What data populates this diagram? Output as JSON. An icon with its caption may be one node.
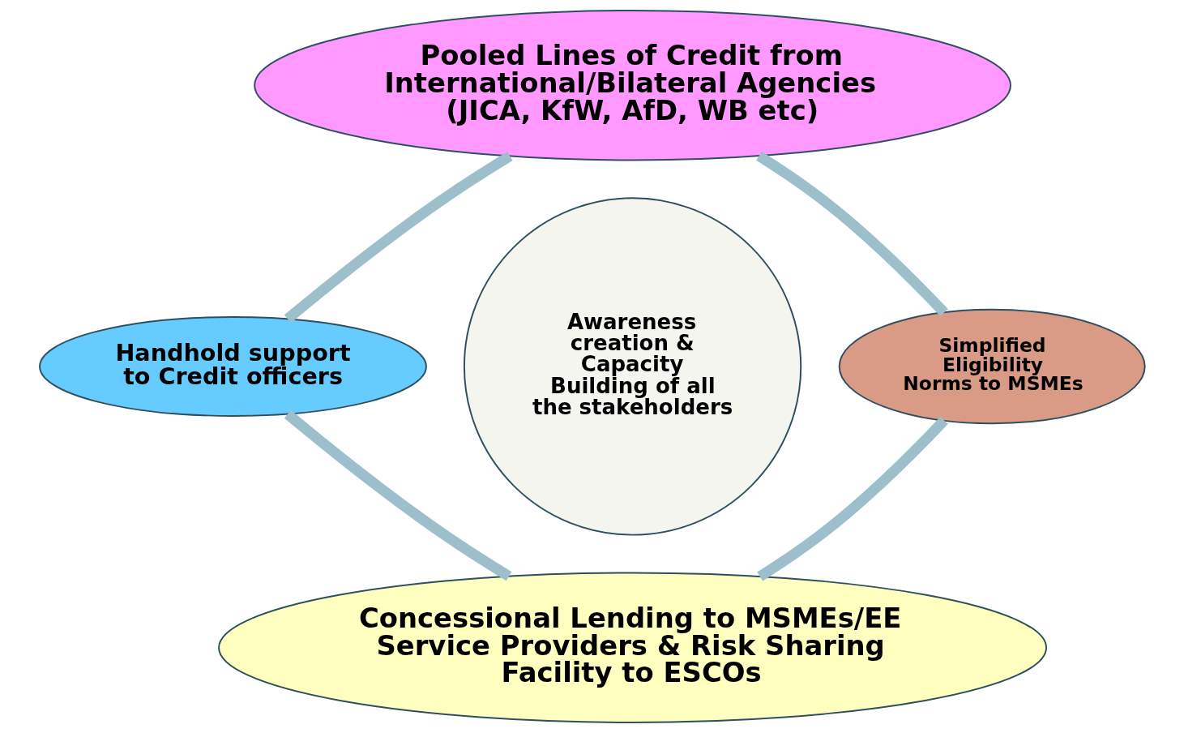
{
  "diagram": {
    "nodes": [
      {
        "text": [
          "Pooled Lines of Credit from International/Bilateral Agencies (JICA, KfW, AfD, WB etc)"
        ]
      },
      {
        "text": [
          "Handhold support to Credit officers"
        ]
      },
      {
        "text": [
          "Awareness creation & Capacity Building of all the stakeholders"
        ]
      },
      {
        "text": [
          "Simplified Eligibility Norms to MSMEs"
        ]
      },
      {
        "text": [
          "Concessional Lending to MSMEs/EE Service Providers & Risk Sharing Facility to ESCOs"
        ]
      }
    ],
    "edges": [
      {
        "from": 0,
        "to": 1,
        "arrow": "none"
      },
      {
        "from": 1,
        "to": 4,
        "arrow": "none"
      },
      {
        "from": 4,
        "to": 3,
        "arrow": "none"
      },
      {
        "from": 3,
        "to": 0,
        "arrow": "none"
      }
    ]
  }
}
